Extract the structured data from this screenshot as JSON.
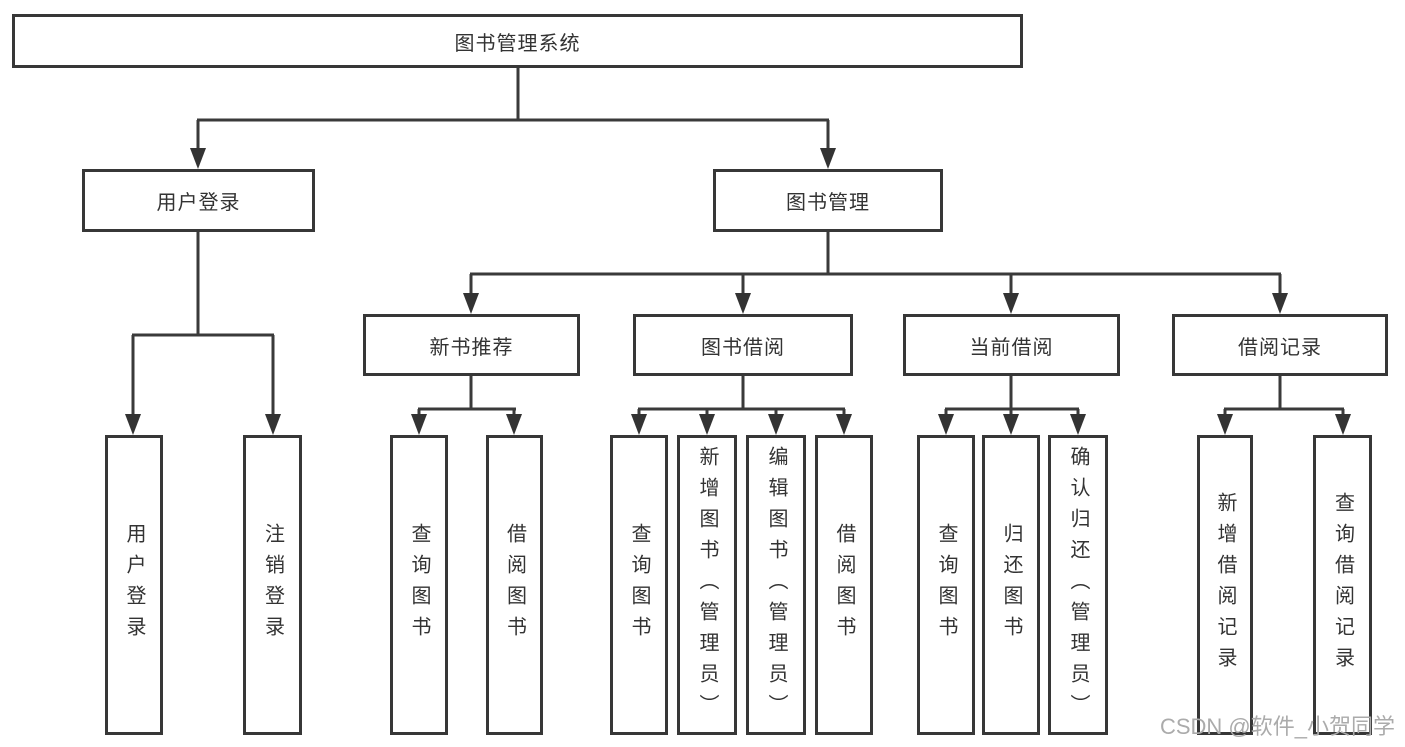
{
  "diagram": {
    "root": "图书管理系统",
    "watermark": "CSDN @软件_小贺同学",
    "level2": [
      {
        "label": "用户登录"
      },
      {
        "label": "图书管理"
      }
    ],
    "level3": [
      {
        "label": "新书推荐"
      },
      {
        "label": "图书借阅"
      },
      {
        "label": "当前借阅"
      },
      {
        "label": "借阅记录"
      }
    ],
    "leaves": {
      "login": [
        "用户登录",
        "注销登录"
      ],
      "newbook": [
        "查询图书",
        "借阅图书"
      ],
      "borrow": [
        "查询图书",
        "新增图书（管理员）",
        "编辑图书（管理员）",
        "借阅图书"
      ],
      "current": [
        "查询图书",
        "归还图书",
        "确认归还（管理员）"
      ],
      "records": [
        "新增借阅记录",
        "查询借阅记录"
      ]
    },
    "colors": {
      "line": "#3a3a3a",
      "border": "#373737",
      "text": "#333333",
      "watermark": "#ababab"
    }
  }
}
